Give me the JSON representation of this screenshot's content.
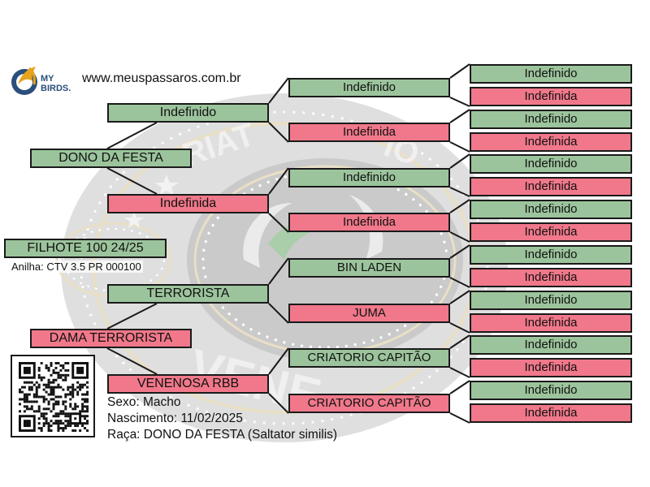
{
  "header": {
    "logo_text_top": "MY",
    "logo_text_bottom": "BIRDS.",
    "website": "www.meuspassaros.com.br"
  },
  "colors": {
    "male": "#9cc49c",
    "female": "#f0788a",
    "border": "#1a1a1a",
    "watermark_gray": "#d2d2d2",
    "watermark_ring": "#e9dfc6",
    "logo_blue": "#2a4f7a",
    "logo_gold": "#e8a21c"
  },
  "bird": {
    "name": "FILHOTE 100 24/25",
    "ring": "Anilha: CTV 3.5 PR 000100",
    "sex": "Sexo: Macho",
    "birth": "Nascimento: 11/02/2025",
    "breed": "Raça: DONO DA FESTA (Saltator similis)"
  },
  "pedigree": {
    "gen1": [
      {
        "name": "DONO DA FESTA",
        "sex": "m"
      },
      {
        "name": "DAMA TERRORISTA",
        "sex": "f"
      }
    ],
    "gen2": [
      {
        "name": "Indefinido",
        "sex": "m"
      },
      {
        "name": "Indefinida",
        "sex": "f"
      },
      {
        "name": "TERRORISTA",
        "sex": "m"
      },
      {
        "name": "VENENOSA RBB",
        "sex": "f"
      }
    ],
    "gen3": [
      {
        "name": "Indefinido",
        "sex": "m"
      },
      {
        "name": "Indefinida",
        "sex": "f"
      },
      {
        "name": "Indefinido",
        "sex": "m"
      },
      {
        "name": "Indefinida",
        "sex": "f"
      },
      {
        "name": "BIN LADEN",
        "sex": "m"
      },
      {
        "name": "JUMA",
        "sex": "f"
      },
      {
        "name": "CRIATORIO CAPITÃO",
        "sex": "m"
      },
      {
        "name": "CRIATORIO CAPITÃO",
        "sex": "f"
      }
    ],
    "gen4": [
      {
        "name": "Indefinido",
        "sex": "m"
      },
      {
        "name": "Indefinida",
        "sex": "f"
      },
      {
        "name": "Indefinido",
        "sex": "m"
      },
      {
        "name": "Indefinida",
        "sex": "f"
      },
      {
        "name": "Indefinido",
        "sex": "m"
      },
      {
        "name": "Indefinida",
        "sex": "f"
      },
      {
        "name": "Indefinido",
        "sex": "m"
      },
      {
        "name": "Indefinida",
        "sex": "f"
      },
      {
        "name": "Indefinido",
        "sex": "m"
      },
      {
        "name": "Indefinida",
        "sex": "f"
      },
      {
        "name": "Indefinido",
        "sex": "m"
      },
      {
        "name": "Indefinida",
        "sex": "f"
      },
      {
        "name": "Indefinido",
        "sex": "m"
      },
      {
        "name": "Indefinida",
        "sex": "f"
      },
      {
        "name": "Indefinido",
        "sex": "m"
      },
      {
        "name": "Indefinida",
        "sex": "f"
      }
    ]
  },
  "icons": {
    "logo": "mybirds-logo-icon",
    "qr": "qr-code-icon",
    "watermark": "criatorio-emblem-watermark"
  }
}
